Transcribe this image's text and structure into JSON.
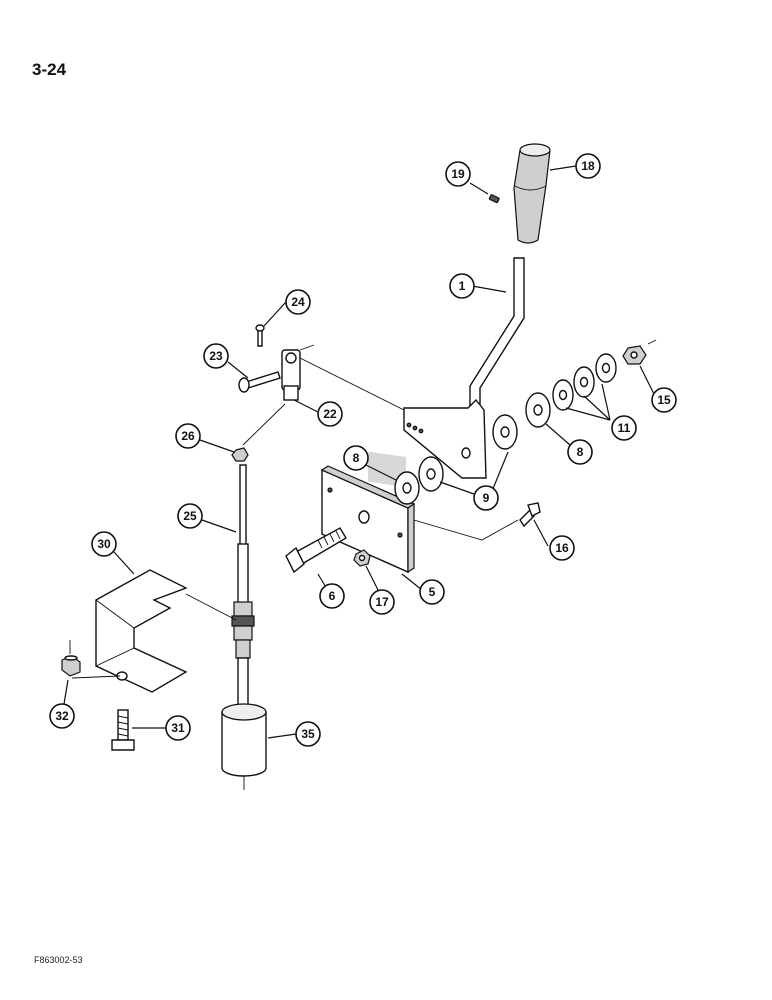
{
  "page_number": "3-24",
  "figure_code": "F863002-53",
  "callouts": [
    {
      "label": "1"
    },
    {
      "label": "5"
    },
    {
      "label": "6"
    },
    {
      "label": "8"
    },
    {
      "label": "8"
    },
    {
      "label": "9"
    },
    {
      "label": "11"
    },
    {
      "label": "15"
    },
    {
      "label": "16"
    },
    {
      "label": "17"
    },
    {
      "label": "18"
    },
    {
      "label": "19"
    },
    {
      "label": "22"
    },
    {
      "label": "23"
    },
    {
      "label": "24"
    },
    {
      "label": "25"
    },
    {
      "label": "26"
    },
    {
      "label": "30"
    },
    {
      "label": "31"
    },
    {
      "label": "32"
    },
    {
      "label": "35"
    }
  ]
}
